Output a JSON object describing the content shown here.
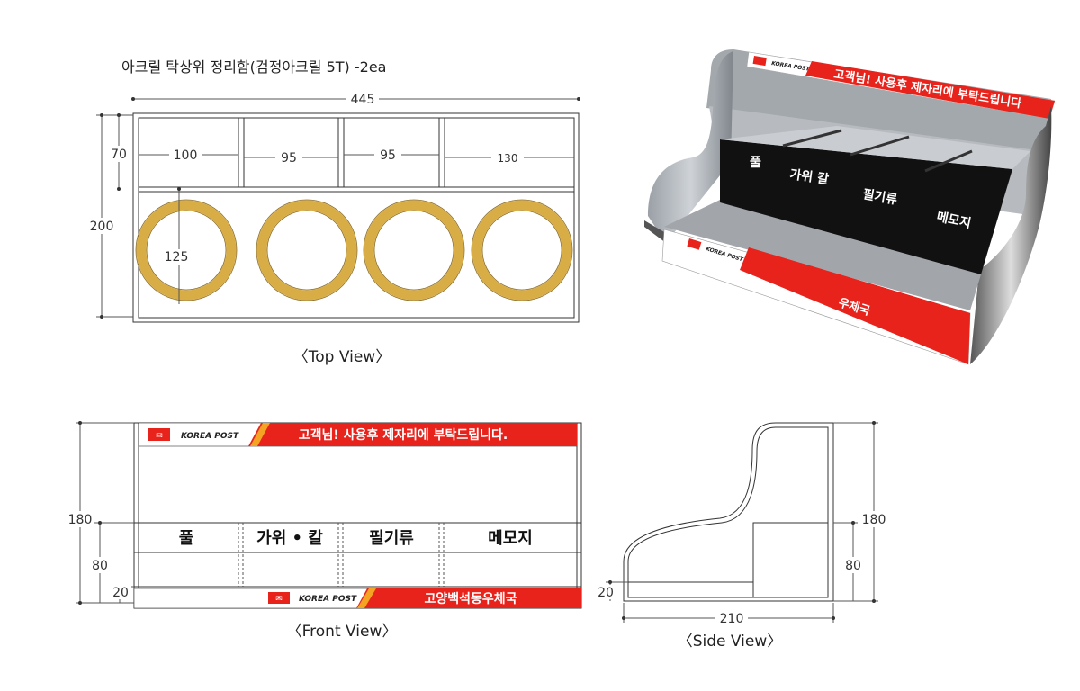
{
  "title": "아크릴 탁상위 정리함(검정아크릴 5T) -2ea",
  "top_view": {
    "caption": "〈Top View〉",
    "dims": {
      "width": "445",
      "height": "200",
      "front_depth": "70",
      "hole": "125",
      "cells": [
        "100",
        "95",
        "95",
        "130"
      ]
    }
  },
  "front_view": {
    "caption": "〈Front View〉",
    "top_banner": "고객님! 사용후 제자리에 부탁드립니다.",
    "bottom_banner": "고양백석동우체국",
    "logo_text": "KOREA POST",
    "compartments": [
      "풀",
      "가위 • 칼",
      "필기류",
      "메모지"
    ],
    "dims": {
      "height": "180",
      "front": "80",
      "base": "20"
    }
  },
  "side_view": {
    "caption": "〈Side View〉",
    "dims": {
      "height": "180",
      "front": "80",
      "base": "20",
      "depth": "210"
    }
  },
  "render_3d": {
    "top_banner": "고객님! 사용후 제자리에 부탁드립니다",
    "bottom_banner": "우체국",
    "logo_text": "KOREA POST",
    "compartments": [
      "풀",
      "가위 칼",
      "필기류",
      "메모지"
    ]
  },
  "colors": {
    "banner_red": "#e8231c",
    "ring_gold": "#d9ad45",
    "panel_black": "#111111"
  }
}
